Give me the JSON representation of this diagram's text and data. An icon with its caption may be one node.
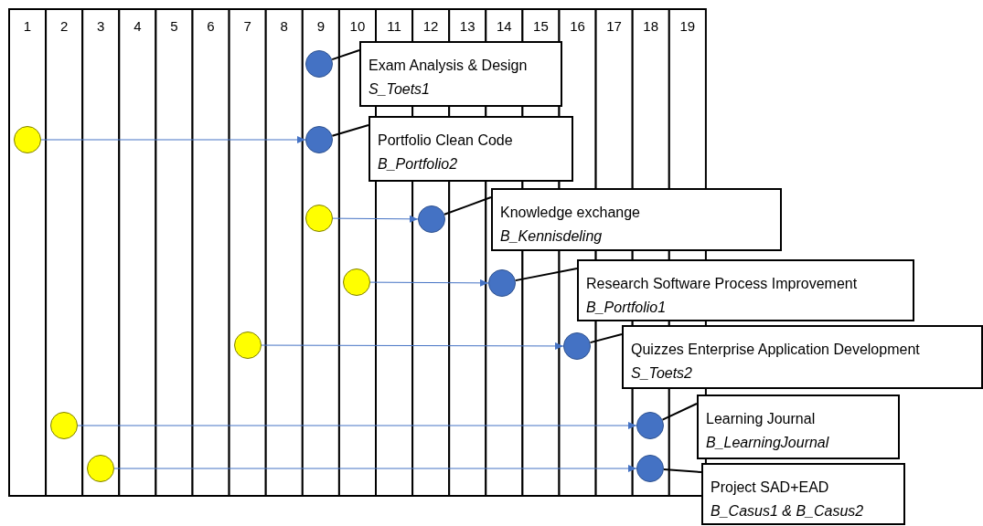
{
  "diagram": {
    "nodes": [
      {
        "text": [],
        "shape": "circle"
      },
      {
        "text": [
          "Exam Analysis & Design",
          "S_Toets1"
        ]
      },
      {
        "text": [],
        "shape": "circle"
      },
      {
        "text": [],
        "shape": "circle"
      },
      {
        "text": [
          "Portfolio Clean Code",
          "B_Portfolio2"
        ]
      },
      {
        "text": [],
        "shape": "circle"
      },
      {
        "text": [],
        "shape": "circle"
      },
      {
        "text": [
          "Knowledge exchange",
          "B_Kennisdeling"
        ]
      },
      {
        "text": [],
        "shape": "circle"
      },
      {
        "text": [],
        "shape": "circle"
      },
      {
        "text": [
          "Research Software Process Improvement",
          "B_Portfolio1"
        ]
      },
      {
        "text": [],
        "shape": "circle"
      },
      {
        "text": [],
        "shape": "circle"
      },
      {
        "text": [
          "Quizzes Enterprise Application Development",
          "S_Toets2"
        ]
      },
      {
        "text": [],
        "shape": "circle"
      },
      {
        "text": [],
        "shape": "circle"
      },
      {
        "text": [
          "Learning Journal",
          "B_LearningJournal"
        ]
      },
      {
        "text": [],
        "shape": "circle"
      },
      {
        "text": [],
        "shape": "circle"
      },
      {
        "text": [
          "Project SAD+EAD",
          "B_Casus1 & B_Casus2"
        ]
      }
    ],
    "edges": [
      {
        "from": 1,
        "to": 0,
        "arrow": "none"
      },
      {
        "from": 2,
        "to": 3,
        "arrow": "to",
        "color": "#4472c4"
      },
      {
        "from": 4,
        "to": 3,
        "arrow": "none"
      },
      {
        "from": 5,
        "to": 6,
        "arrow": "to",
        "color": "#4472c4"
      },
      {
        "from": 7,
        "to": 6,
        "arrow": "none"
      },
      {
        "from": 8,
        "to": 9,
        "arrow": "to",
        "color": "#4472c4"
      },
      {
        "from": 10,
        "to": 9,
        "arrow": "none"
      },
      {
        "from": 11,
        "to": 12,
        "arrow": "to",
        "color": "#4472c4"
      },
      {
        "from": 13,
        "to": 12,
        "arrow": "none"
      },
      {
        "from": 14,
        "to": 15,
        "arrow": "to",
        "color": "#4472c4"
      },
      {
        "from": 16,
        "to": 15,
        "arrow": "none"
      },
      {
        "from": 17,
        "to": 18,
        "arrow": "to",
        "color": "#4472c4"
      },
      {
        "from": 19,
        "to": 18,
        "arrow": "none"
      }
    ],
    "labels": [
      "1",
      "2",
      "3",
      "4",
      "5",
      "6",
      "7",
      "8",
      "9",
      "10",
      "11",
      "12",
      "13",
      "14",
      "15",
      "16",
      "17",
      "18",
      "19"
    ]
  }
}
